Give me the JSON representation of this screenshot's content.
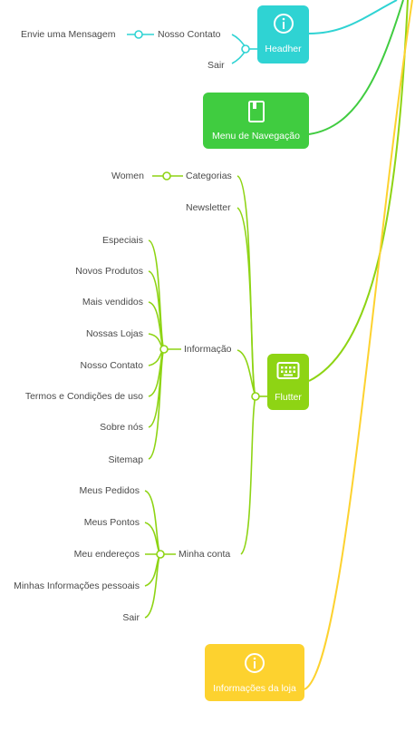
{
  "colors": {
    "cyan": "#2fd3d3",
    "green": "#40cc40",
    "lime": "#8ed414",
    "yellow": "#fdd22f",
    "text": "#4a4a4a"
  },
  "nodes": {
    "header": {
      "label": "Headher",
      "icon": "info-icon"
    },
    "menu": {
      "label": "Menu de Navegação",
      "icon": "book-icon"
    },
    "flutter": {
      "label": "Flutter",
      "icon": "keyboard-icon"
    },
    "info_loja": {
      "label": "Informações da loja",
      "icon": "info-icon"
    }
  },
  "header_branch": {
    "nosso_contato": "Nosso Contato",
    "envie": "Envie uma Mensagem",
    "sair": "Sair"
  },
  "flutter_branch": {
    "categorias": "Categorias",
    "women": "Women",
    "newsletter": "Newsletter",
    "informacao": "Informação",
    "informacao_items": [
      "Especiais",
      "Novos Produtos",
      "Mais vendidos",
      "Nossas Lojas",
      "Nosso Contato",
      "Termos e Condições de uso",
      "Sobre nós",
      "Sitemap"
    ],
    "minha_conta": "Minha conta",
    "minha_conta_items": [
      "Meus Pedidos",
      "Meus Pontos",
      "Meu endereços",
      "Minhas Informações pessoais",
      "Sair"
    ]
  }
}
